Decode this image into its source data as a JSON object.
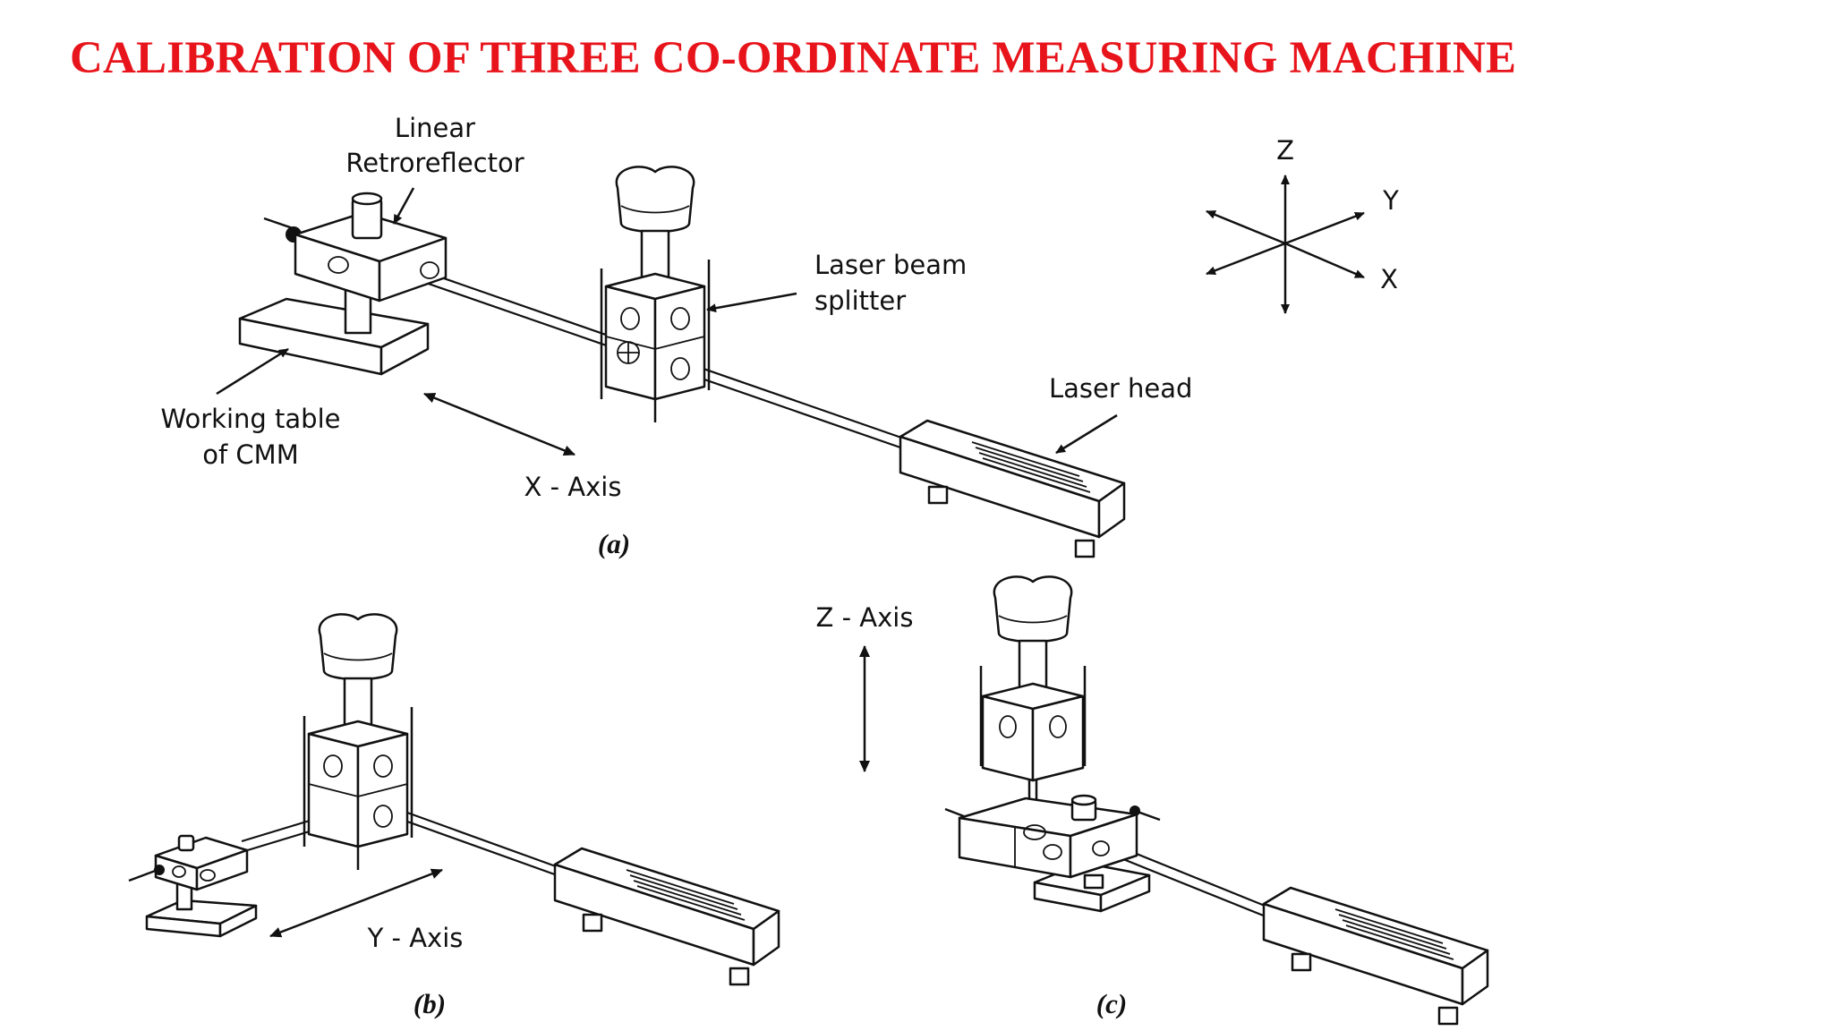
{
  "title": "CALIBRATION OF THREE CO-ORDINATE MEASURING MACHINE",
  "labels": {
    "linear_retroreflector_1": "Linear",
    "linear_retroreflector_2": "Retroreflector",
    "laser_beam_splitter_1": "Laser beam",
    "laser_beam_splitter_2": "splitter",
    "laser_head": "Laser head",
    "working_table_1": "Working table",
    "working_table_2": "of CMM",
    "x_axis": "X - Axis",
    "y_axis": "Y - Axis",
    "z_axis": "Z - Axis"
  },
  "triad": {
    "z": "Z",
    "y": "Y",
    "x": "X"
  },
  "captions": {
    "a": "(a)",
    "b": "(b)",
    "c": "(c)"
  }
}
